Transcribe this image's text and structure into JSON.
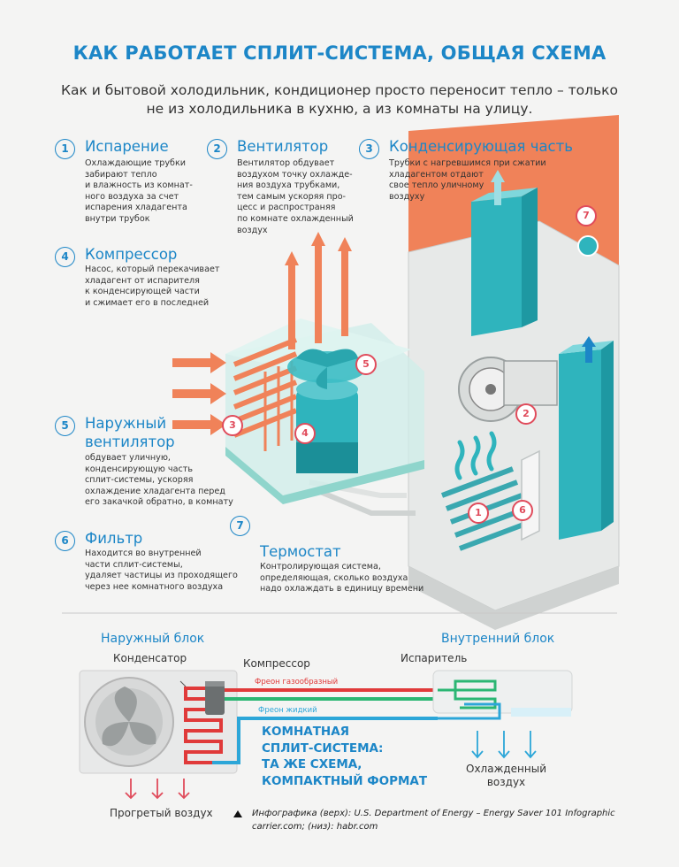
{
  "title": "КАК РАБОТАЕТ СПЛИТ-СИСТЕМА, ОБЩАЯ СХЕМА",
  "subtitle": "Как и бытовой холодильник, кондиционер просто переносит тепло – только не из холодильника в кухню, а из комнаты на улицу.",
  "items": [
    {
      "num": "1",
      "head": "Испарение",
      "desc": "Охлаждающие трубки\nзабирают тепло\nи влажность из комнат-\nного воздуха за счет\nиспарения хладагента\nвнутри трубок"
    },
    {
      "num": "2",
      "head": "Вентилятор",
      "desc": "Вентилятор обдувает\nвоздухом точку охлажде-\nния воздуха трубками,\nтем самым ускоряя про-\nцесс и распространяя\nпо комнате охлажденный\nвоздух"
    },
    {
      "num": "3",
      "head": "Конденсирующая часть",
      "desc": "Трубки с нагревшимся при сжатии\nхладагентом отдают\nсвое тепло уличному\nвоздуху"
    },
    {
      "num": "4",
      "head": "Компрессор",
      "desc": "Насос, который перекачивает\nхладагент от испарителя\nк конденсирующей части\nи сжимает его в последней"
    },
    {
      "num": "5",
      "head": "Наружный\nвентилятор",
      "desc": "обдувает уличную,\nконденсирующую часть\nсплит-системы, ускоряя\nохлаждение хладагента перед\nего закачкой обратно, в комнату"
    },
    {
      "num": "6",
      "head": "Фильтр",
      "desc": "Находится во внутренней\nчасти сплит-системы,\nудаляет частицы из проходящего\nчерез нее комнатного воздуха"
    },
    {
      "num": "7",
      "head": "Термостат",
      "desc": "Контролирующая система,\nопределяющая, сколько воздуха\nнадо охлаждать в единицу времени"
    }
  ],
  "badges": [
    "1",
    "2",
    "3",
    "4",
    "5",
    "6",
    "7"
  ],
  "bottom": {
    "outdoor_unit": "Наружный блок",
    "indoor_unit": "Внутренний блок",
    "condenser": "Конденсатор",
    "compressor": "Компрессор",
    "evaporator": "Испаритель",
    "freon_gas": "Фреон газообразный",
    "freon_liquid": "Фреон жидкий",
    "slogan": "КОМНАТНАЯ\nСПЛИТ-СИСТЕМА:\nТА ЖЕ СХЕМА,\nКОМПАКТНЫЙ ФОРМАТ",
    "cooled_air": "Охлажденный\nвоздух",
    "heated_air": "Прогретый воздух",
    "credit_line1": "Инфографика (верх): U.S. Department of Energy – Energy Saver 101 Infographic",
    "credit_line2": "carrier.com; (низ): habr.com"
  },
  "colors": {
    "accent": "#1c86c7",
    "wall": "#f07c55",
    "teal": "#2fb4bd",
    "red": "#e03a3a",
    "green": "#2bb673"
  }
}
